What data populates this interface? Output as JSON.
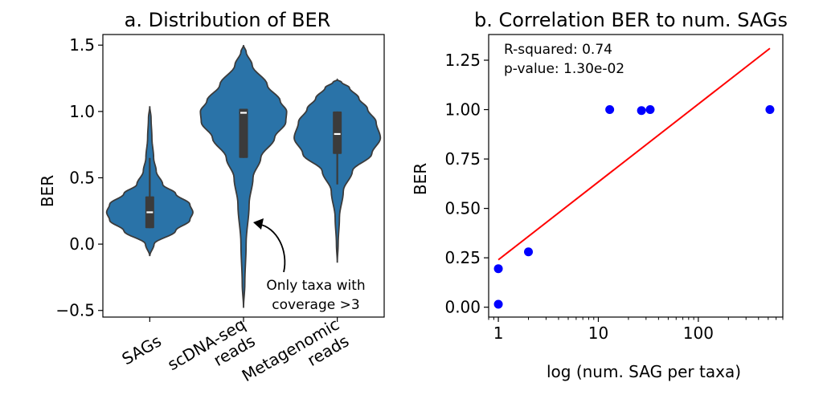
{
  "chart_data": [
    {
      "type": "violin",
      "title": "a. Distribution of BER",
      "xlabel": "",
      "ylabel": "BER",
      "ylim": [
        -0.55,
        1.58
      ],
      "yticks": [
        -0.5,
        0.0,
        0.5,
        1.0,
        1.5
      ],
      "ytick_labels": [
        "−0.5",
        "0.0",
        "0.5",
        "1.0",
        "1.5"
      ],
      "grid": false,
      "fill_color": "#2a73a8",
      "categories": [
        "SAGs",
        "scDNA-seq reads",
        "Metagenomic reads"
      ],
      "category_lines": [
        [
          "SAGs"
        ],
        [
          "scDNA-seq",
          "reads"
        ],
        [
          "Metagenomic",
          "reads"
        ]
      ],
      "violins": [
        {
          "name": "SAGs",
          "min": -0.09,
          "max": 1.04,
          "q1": 0.12,
          "median": 0.24,
          "q3": 0.36,
          "whisker_low": 0.12,
          "whisker_high": 0.65,
          "profile": [
            [
              -0.09,
              0.0
            ],
            [
              0.0,
              0.1
            ],
            [
              0.1,
              0.6
            ],
            [
              0.18,
              0.93
            ],
            [
              0.24,
              1.0
            ],
            [
              0.3,
              0.93
            ],
            [
              0.38,
              0.6
            ],
            [
              0.45,
              0.3
            ],
            [
              0.55,
              0.15
            ],
            [
              0.65,
              0.09
            ],
            [
              0.8,
              0.05
            ],
            [
              0.95,
              0.03
            ],
            [
              1.04,
              0.0
            ]
          ]
        },
        {
          "name": "scDNA-seq reads",
          "min": -0.48,
          "max": 1.5,
          "q1": 0.65,
          "median": 0.99,
          "q3": 1.02,
          "whisker_low": 0.65,
          "whisker_high": 1.02,
          "profile": [
            [
              -0.48,
              0.0
            ],
            [
              -0.3,
              0.03
            ],
            [
              0.0,
              0.06
            ],
            [
              0.3,
              0.13
            ],
            [
              0.5,
              0.22
            ],
            [
              0.65,
              0.4
            ],
            [
              0.8,
              0.72
            ],
            [
              0.92,
              0.98
            ],
            [
              1.0,
              1.0
            ],
            [
              1.08,
              0.85
            ],
            [
              1.2,
              0.55
            ],
            [
              1.35,
              0.2
            ],
            [
              1.45,
              0.06
            ],
            [
              1.5,
              0.0
            ]
          ]
        },
        {
          "name": "Metagenomic reads",
          "min": -0.14,
          "max": 1.24,
          "q1": 0.68,
          "median": 0.83,
          "q3": 1.0,
          "whisker_low": 0.45,
          "whisker_high": 1.0,
          "profile": [
            [
              -0.14,
              0.0
            ],
            [
              0.0,
              0.02
            ],
            [
              0.2,
              0.05
            ],
            [
              0.4,
              0.14
            ],
            [
              0.55,
              0.35
            ],
            [
              0.68,
              0.8
            ],
            [
              0.8,
              1.0
            ],
            [
              0.92,
              0.9
            ],
            [
              1.02,
              0.7
            ],
            [
              1.1,
              0.5
            ],
            [
              1.18,
              0.28
            ],
            [
              1.22,
              0.1
            ],
            [
              1.24,
              0.0
            ]
          ]
        }
      ],
      "annotation": {
        "lines": [
          "Only taxa with",
          "coverage >3"
        ],
        "target_category": "scDNA-seq reads",
        "target_y": 0.14
      }
    },
    {
      "type": "scatter",
      "title": "b. Correlation BER to num. SAGs",
      "xlabel": "log (num. SAG per taxa)",
      "ylabel": "BER",
      "xscale": "log",
      "xlim": [
        0.8,
        700
      ],
      "ylim": [
        -0.05,
        1.38
      ],
      "xticks": [
        1,
        10,
        100
      ],
      "xtick_labels": [
        "1",
        "10",
        "100"
      ],
      "yticks": [
        0.0,
        0.25,
        0.5,
        0.75,
        1.0,
        1.25
      ],
      "ytick_labels": [
        "0.00",
        "0.25",
        "0.50",
        "0.75",
        "1.00",
        "1.25"
      ],
      "grid": false,
      "point_color": "#0000ff",
      "fit_color": "#ff0000",
      "points": [
        {
          "x": 1,
          "y": 0.015
        },
        {
          "x": 1,
          "y": 0.195
        },
        {
          "x": 2,
          "y": 0.28
        },
        {
          "x": 13,
          "y": 1.0
        },
        {
          "x": 27,
          "y": 0.995
        },
        {
          "x": 33,
          "y": 1.0
        },
        {
          "x": 520,
          "y": 1.0
        }
      ],
      "fit_line": {
        "x": [
          1,
          520
        ],
        "y": [
          0.24,
          1.31
        ]
      },
      "annotations": [
        "R-squared: 0.74",
        "p-value: 1.30e-02"
      ]
    }
  ]
}
